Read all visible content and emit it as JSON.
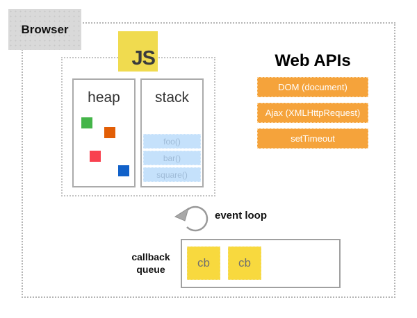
{
  "browser": {
    "label": "Browser"
  },
  "js_runtime": {
    "logo_text": "JS",
    "heap": {
      "title": "heap"
    },
    "stack": {
      "title": "stack",
      "frames": [
        "foo()",
        "bar()",
        "square()"
      ]
    }
  },
  "web_apis": {
    "title": "Web APIs",
    "items": [
      "DOM (document)",
      "Ajax (XMLHttpRequest)",
      "setTimeout"
    ]
  },
  "event_loop": {
    "label": "event loop"
  },
  "callback_queue": {
    "label": "callback queue",
    "items": [
      "cb",
      "cb"
    ]
  },
  "colors": {
    "js_logo_yellow": "#f0db4f",
    "cb_yellow": "#f8d93e",
    "api_orange": "#f5a33b",
    "stack_frame_blue": "#c5e1fb",
    "heap_squares": [
      "#44b549",
      "#e25e06",
      "#f8414f",
      "#1161c9"
    ]
  }
}
